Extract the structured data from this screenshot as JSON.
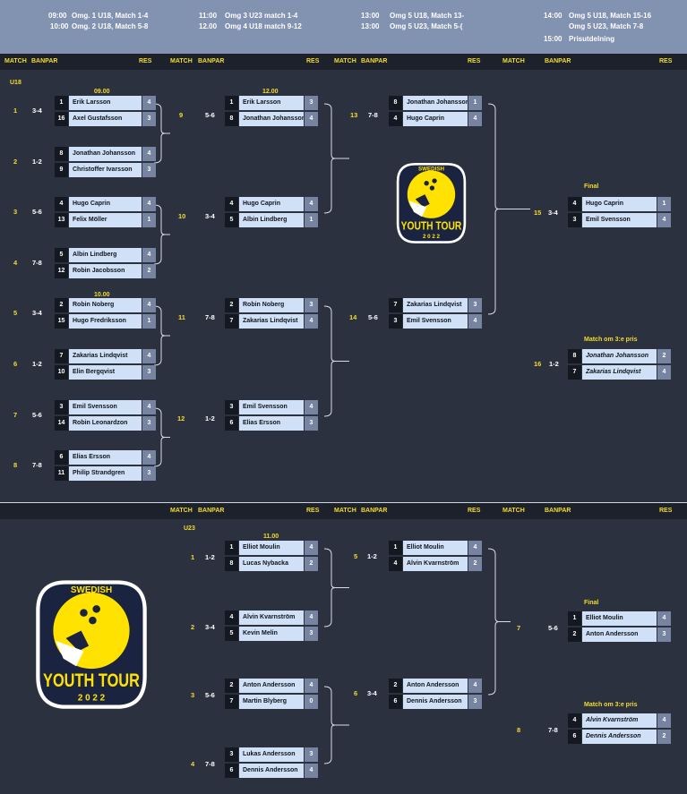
{
  "schedule": [
    {
      "time": "09:00",
      "text": "Omg. 1 U18, Match 1-4"
    },
    {
      "time": "10:00",
      "text": "Omg. 2 U18, Match 5-8"
    },
    {
      "time": "11:00",
      "text": "Omg 3 U23 match 1-4"
    },
    {
      "time": "12.00",
      "text": "Omg 4 U18 match 9-12"
    },
    {
      "time": "13:00",
      "text": "Omg 5 U18, Match 13-"
    },
    {
      "time": "13:00",
      "text": "Omg 5 U23, Match 5-("
    },
    {
      "time": "14:00",
      "text": "Omg 5 U18, Match 15-16"
    },
    {
      "time": "",
      "text": "Omg 5 U23, Match 7-8"
    },
    {
      "time": "15:00",
      "text": "Prisutdelning"
    }
  ],
  "headers": {
    "match": "MATCH",
    "banpar": "BANPAR",
    "res": "RES"
  },
  "u18": {
    "label": "U18",
    "times": [
      "09.00",
      "10.00",
      "12.00"
    ],
    "r1": [
      {
        "match": "1",
        "lanes": "3-4",
        "p": [
          {
            "seed": "1",
            "name": "Erik Larsson",
            "res": "4"
          },
          {
            "seed": "16",
            "name": "Axel Gustafsson",
            "res": "3"
          }
        ]
      },
      {
        "match": "2",
        "lanes": "1-2",
        "p": [
          {
            "seed": "8",
            "name": "Jonathan Johansson",
            "res": "4"
          },
          {
            "seed": "9",
            "name": "Christoffer Ivarsson",
            "res": "3"
          }
        ]
      },
      {
        "match": "3",
        "lanes": "5-6",
        "p": [
          {
            "seed": "4",
            "name": "Hugo Caprin",
            "res": "4"
          },
          {
            "seed": "13",
            "name": "Felix Möller",
            "res": "1"
          }
        ]
      },
      {
        "match": "4",
        "lanes": "7-8",
        "p": [
          {
            "seed": "5",
            "name": "Albin Lindberg",
            "res": "4"
          },
          {
            "seed": "12",
            "name": "Robin Jacobsson",
            "res": "2"
          }
        ]
      },
      {
        "match": "5",
        "lanes": "3-4",
        "p": [
          {
            "seed": "2",
            "name": "Robin Noberg",
            "res": "4"
          },
          {
            "seed": "15",
            "name": "Hugo Fredriksson",
            "res": "1"
          }
        ]
      },
      {
        "match": "6",
        "lanes": "1-2",
        "p": [
          {
            "seed": "7",
            "name": "Zakarias Lindqvist",
            "res": "4"
          },
          {
            "seed": "10",
            "name": "Elin Bergqvist",
            "res": "3"
          }
        ]
      },
      {
        "match": "7",
        "lanes": "5-6",
        "p": [
          {
            "seed": "3",
            "name": "Emil Svensson",
            "res": "4"
          },
          {
            "seed": "14",
            "name": "Robin Leonardzon",
            "res": "3"
          }
        ]
      },
      {
        "match": "8",
        "lanes": "7-8",
        "p": [
          {
            "seed": "6",
            "name": "Elias Ersson",
            "res": "4"
          },
          {
            "seed": "11",
            "name": "Philip Strandgren",
            "res": "3"
          }
        ]
      }
    ],
    "r2": [
      {
        "match": "9",
        "lanes": "5-6",
        "p": [
          {
            "seed": "1",
            "name": "Erik Larsson",
            "res": "3"
          },
          {
            "seed": "8",
            "name": "Jonathan Johansson",
            "res": "4"
          }
        ]
      },
      {
        "match": "10",
        "lanes": "3-4",
        "p": [
          {
            "seed": "4",
            "name": "Hugo Caprin",
            "res": "4"
          },
          {
            "seed": "5",
            "name": "Albin Lindberg",
            "res": "1"
          }
        ]
      },
      {
        "match": "11",
        "lanes": "7-8",
        "p": [
          {
            "seed": "2",
            "name": "Robin Noberg",
            "res": "3"
          },
          {
            "seed": "7",
            "name": "Zakarias Lindqvist",
            "res": "4"
          }
        ]
      },
      {
        "match": "12",
        "lanes": "1-2",
        "p": [
          {
            "seed": "3",
            "name": "Emil Svensson",
            "res": "4"
          },
          {
            "seed": "6",
            "name": "Elias Ersson",
            "res": "3"
          }
        ]
      }
    ],
    "r3": [
      {
        "match": "13",
        "lanes": "7-8",
        "p": [
          {
            "seed": "8",
            "name": "Jonathan Johansson",
            "res": "1"
          },
          {
            "seed": "4",
            "name": "Hugo Caprin",
            "res": "4"
          }
        ]
      },
      {
        "match": "14",
        "lanes": "5-6",
        "p": [
          {
            "seed": "7",
            "name": "Zakarias Lindqvist",
            "res": "3"
          },
          {
            "seed": "3",
            "name": "Emil Svensson",
            "res": "4"
          }
        ]
      }
    ],
    "final": {
      "title": "Final",
      "match": "15",
      "lanes": "3-4",
      "p": [
        {
          "seed": "4",
          "name": "Hugo Caprin",
          "res": "1"
        },
        {
          "seed": "3",
          "name": "Emil Svensson",
          "res": "4"
        }
      ]
    },
    "third": {
      "title": "Match om 3:e pris",
      "match": "16",
      "lanes": "1-2",
      "p": [
        {
          "seed": "8",
          "name": "Jonathan Johansson",
          "res": "2"
        },
        {
          "seed": "7",
          "name": "Zakarias Lindqvist",
          "res": "4"
        }
      ]
    }
  },
  "u23": {
    "label": "U23",
    "times": [
      "11.00"
    ],
    "r1": [
      {
        "match": "1",
        "lanes": "1-2",
        "p": [
          {
            "seed": "1",
            "name": "Elliot Moulin",
            "res": "4"
          },
          {
            "seed": "8",
            "name": "Lucas Nybacka",
            "res": "2"
          }
        ]
      },
      {
        "match": "2",
        "lanes": "3-4",
        "p": [
          {
            "seed": "4",
            "name": "Alvin Kvarnström",
            "res": "4"
          },
          {
            "seed": "5",
            "name": "Kevin Melin",
            "res": "3"
          }
        ]
      },
      {
        "match": "3",
        "lanes": "5-6",
        "p": [
          {
            "seed": "2",
            "name": "Anton Andersson",
            "res": "4"
          },
          {
            "seed": "7",
            "name": "Martin Blyberg",
            "res": "0"
          }
        ]
      },
      {
        "match": "4",
        "lanes": "7-8",
        "p": [
          {
            "seed": "3",
            "name": "Lukas Andersson",
            "res": "3"
          },
          {
            "seed": "6",
            "name": "Dennis Andersson",
            "res": "4"
          }
        ]
      }
    ],
    "r2": [
      {
        "match": "5",
        "lanes": "1-2",
        "p": [
          {
            "seed": "1",
            "name": "Elliot Moulin",
            "res": "4"
          },
          {
            "seed": "4",
            "name": "Alvin Kvarnström",
            "res": "2"
          }
        ]
      },
      {
        "match": "6",
        "lanes": "3-4",
        "p": [
          {
            "seed": "2",
            "name": "Anton Andersson",
            "res": "4"
          },
          {
            "seed": "6",
            "name": "Dennis Andersson",
            "res": "3"
          }
        ]
      }
    ],
    "final": {
      "title": "Final",
      "match": "7",
      "lanes": "5-6",
      "p": [
        {
          "seed": "1",
          "name": "Elliot Moulin",
          "res": "4"
        },
        {
          "seed": "2",
          "name": "Anton Andersson",
          "res": "3"
        }
      ]
    },
    "third": {
      "title": "Match om 3:e pris",
      "match": "8",
      "lanes": "7-8",
      "p": [
        {
          "seed": "4",
          "name": "Alvin Kvarnström",
          "res": "4"
        },
        {
          "seed": "6",
          "name": "Dennis Andersson",
          "res": "2"
        }
      ]
    }
  },
  "logo": {
    "top": "SWEDISH",
    "main": "YOUTH TOUR",
    "year": "2 0 2 2",
    "colors": {
      "yellow": "#ffe200",
      "navy": "#1a2440",
      "white": "#ffffff"
    }
  },
  "colors": {
    "bg": "#2c3140",
    "accent": "#f2dc2c",
    "name_bg": "#cfe0f7",
    "res_bg": "#7684a1",
    "seed_bg": "#141820",
    "schedule_bg": "#8292b1"
  }
}
